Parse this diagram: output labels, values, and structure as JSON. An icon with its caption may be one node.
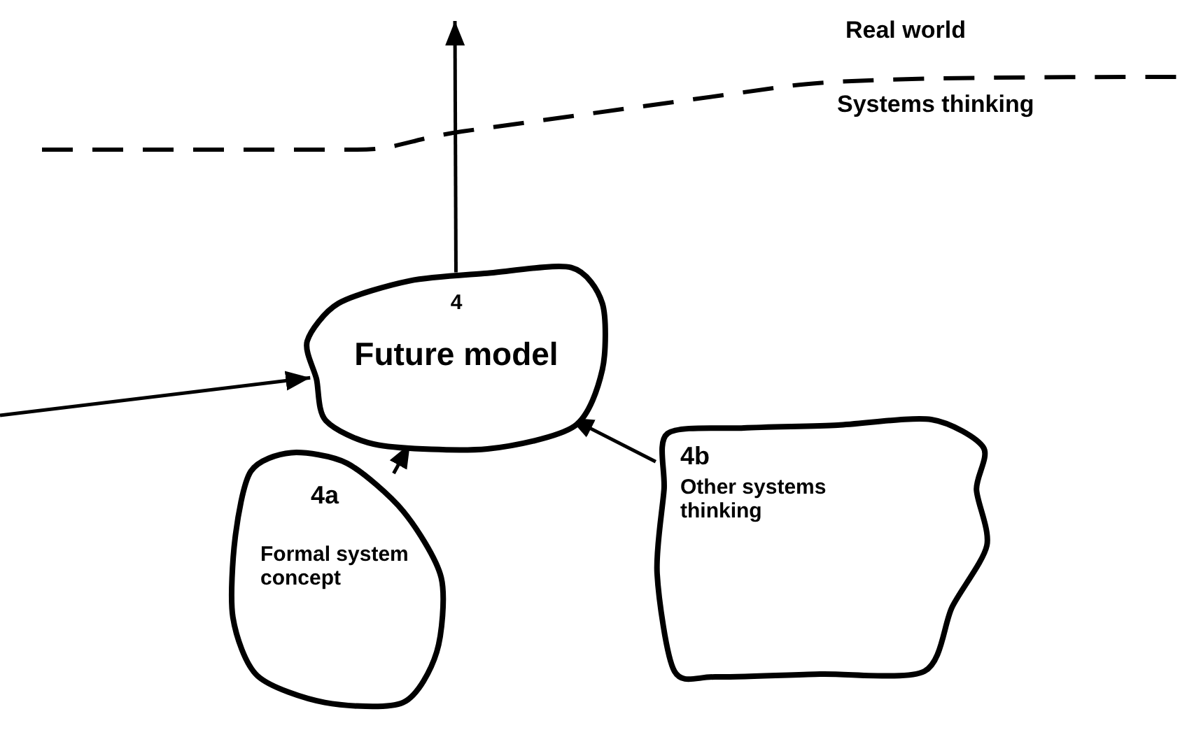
{
  "diagram": {
    "nodes": [
      {
        "text": [
          "4",
          "Future model"
        ]
      },
      {
        "text": [
          "4a",
          "Formal system concept"
        ]
      },
      {
        "text": [
          "4b",
          "Other systems thinking"
        ]
      }
    ],
    "edges": [
      {
        "from": null,
        "to": 0,
        "arrow": "to"
      },
      {
        "from": 0,
        "to": null,
        "arrow": "to"
      },
      {
        "from": 1,
        "to": 0,
        "arrow": "to"
      },
      {
        "from": 2,
        "to": 0,
        "arrow": "to"
      }
    ],
    "labels": [
      "Real world",
      "Systems thinking"
    ]
  }
}
